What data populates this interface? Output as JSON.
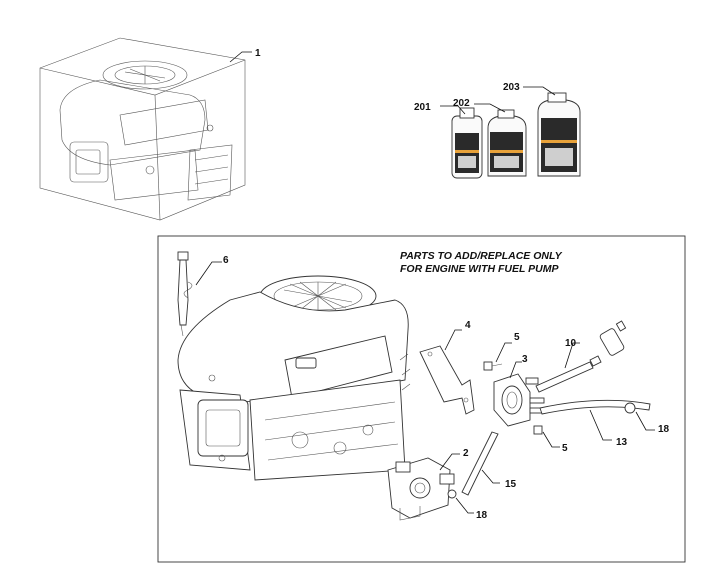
{
  "note": {
    "line1": "PARTS TO ADD/REPLACE ONLY",
    "line2": "FOR ENGINE WITH FUEL PUMP"
  },
  "callouts": {
    "c1": "1",
    "c2": "2",
    "c3": "3",
    "c4": "4",
    "c5a": "5",
    "c5b": "5",
    "c6": "6",
    "c10": "10",
    "c13": "13",
    "c15": "15",
    "c18a": "18",
    "c18b": "18",
    "c201": "201",
    "c202": "202",
    "c203": "203"
  }
}
